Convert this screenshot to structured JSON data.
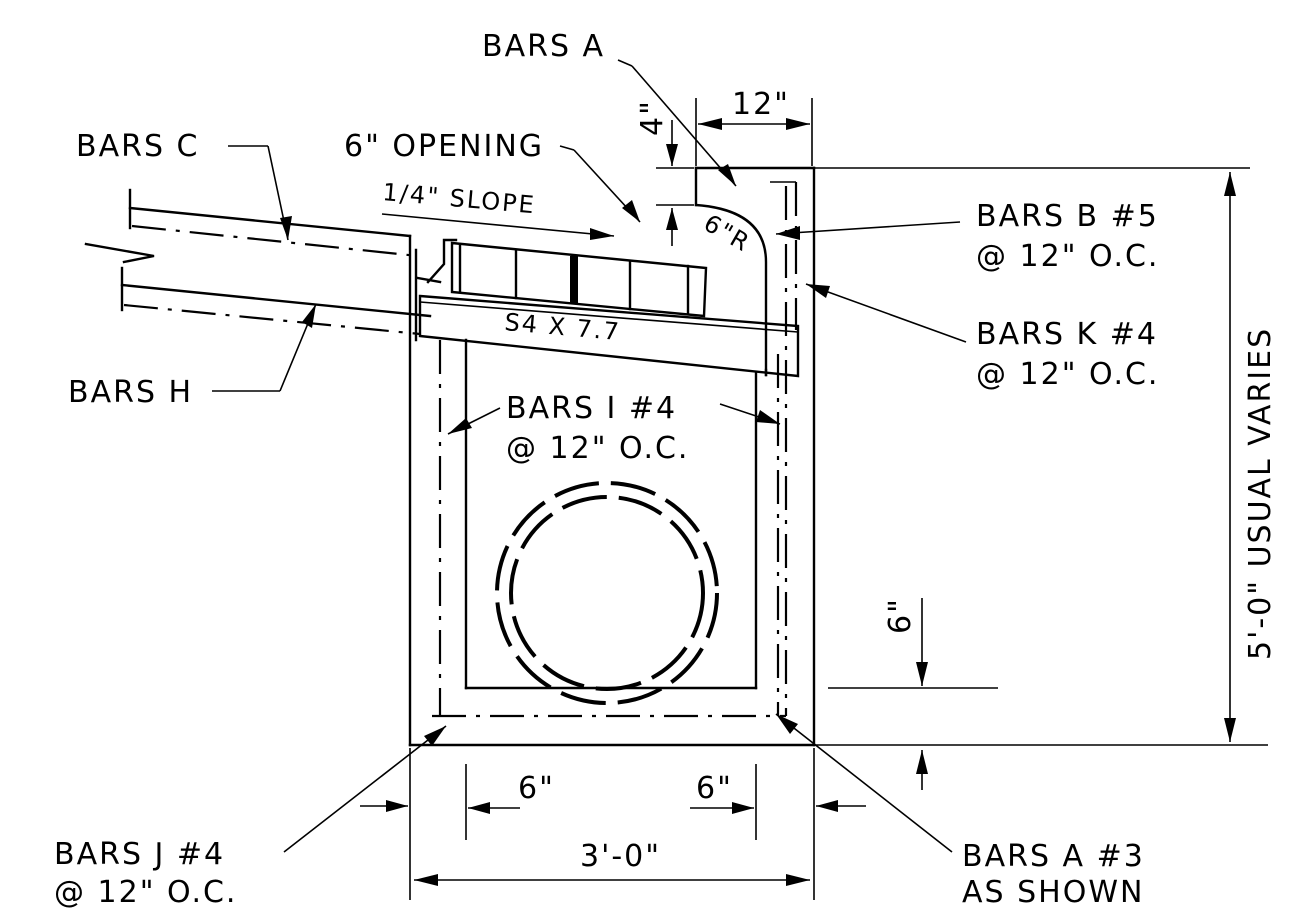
{
  "labels": {
    "bars_a_top": "BARS A",
    "dim_12": "12\"",
    "dim_4": "4\"",
    "bars_c": "BARS C",
    "opening": "6\" OPENING",
    "slope": "1/4\" SLOPE",
    "radius": "6\"R",
    "bars_b_1": "BARS B #5",
    "bars_b_2": "@ 12\" O.C.",
    "beam": "S4 X 7.7",
    "bars_k_1": "BARS K #4",
    "bars_k_2": "@ 12\" O.C.",
    "bars_h": "BARS H",
    "bars_i_1": "BARS I #4",
    "bars_i_2": "@ 12\" O.C.",
    "height": "5'-0\" USUAL VARIES",
    "dim_6_right": "6\"",
    "dim_6_left": "6\"",
    "dim_6_mid": "6\"",
    "width": "3'-0\"",
    "bars_j_1": "BARS J #4",
    "bars_j_2": "@ 12\" O.C.",
    "bars_a3_1": "BARS A #3",
    "bars_a3_2": "AS SHOWN"
  }
}
